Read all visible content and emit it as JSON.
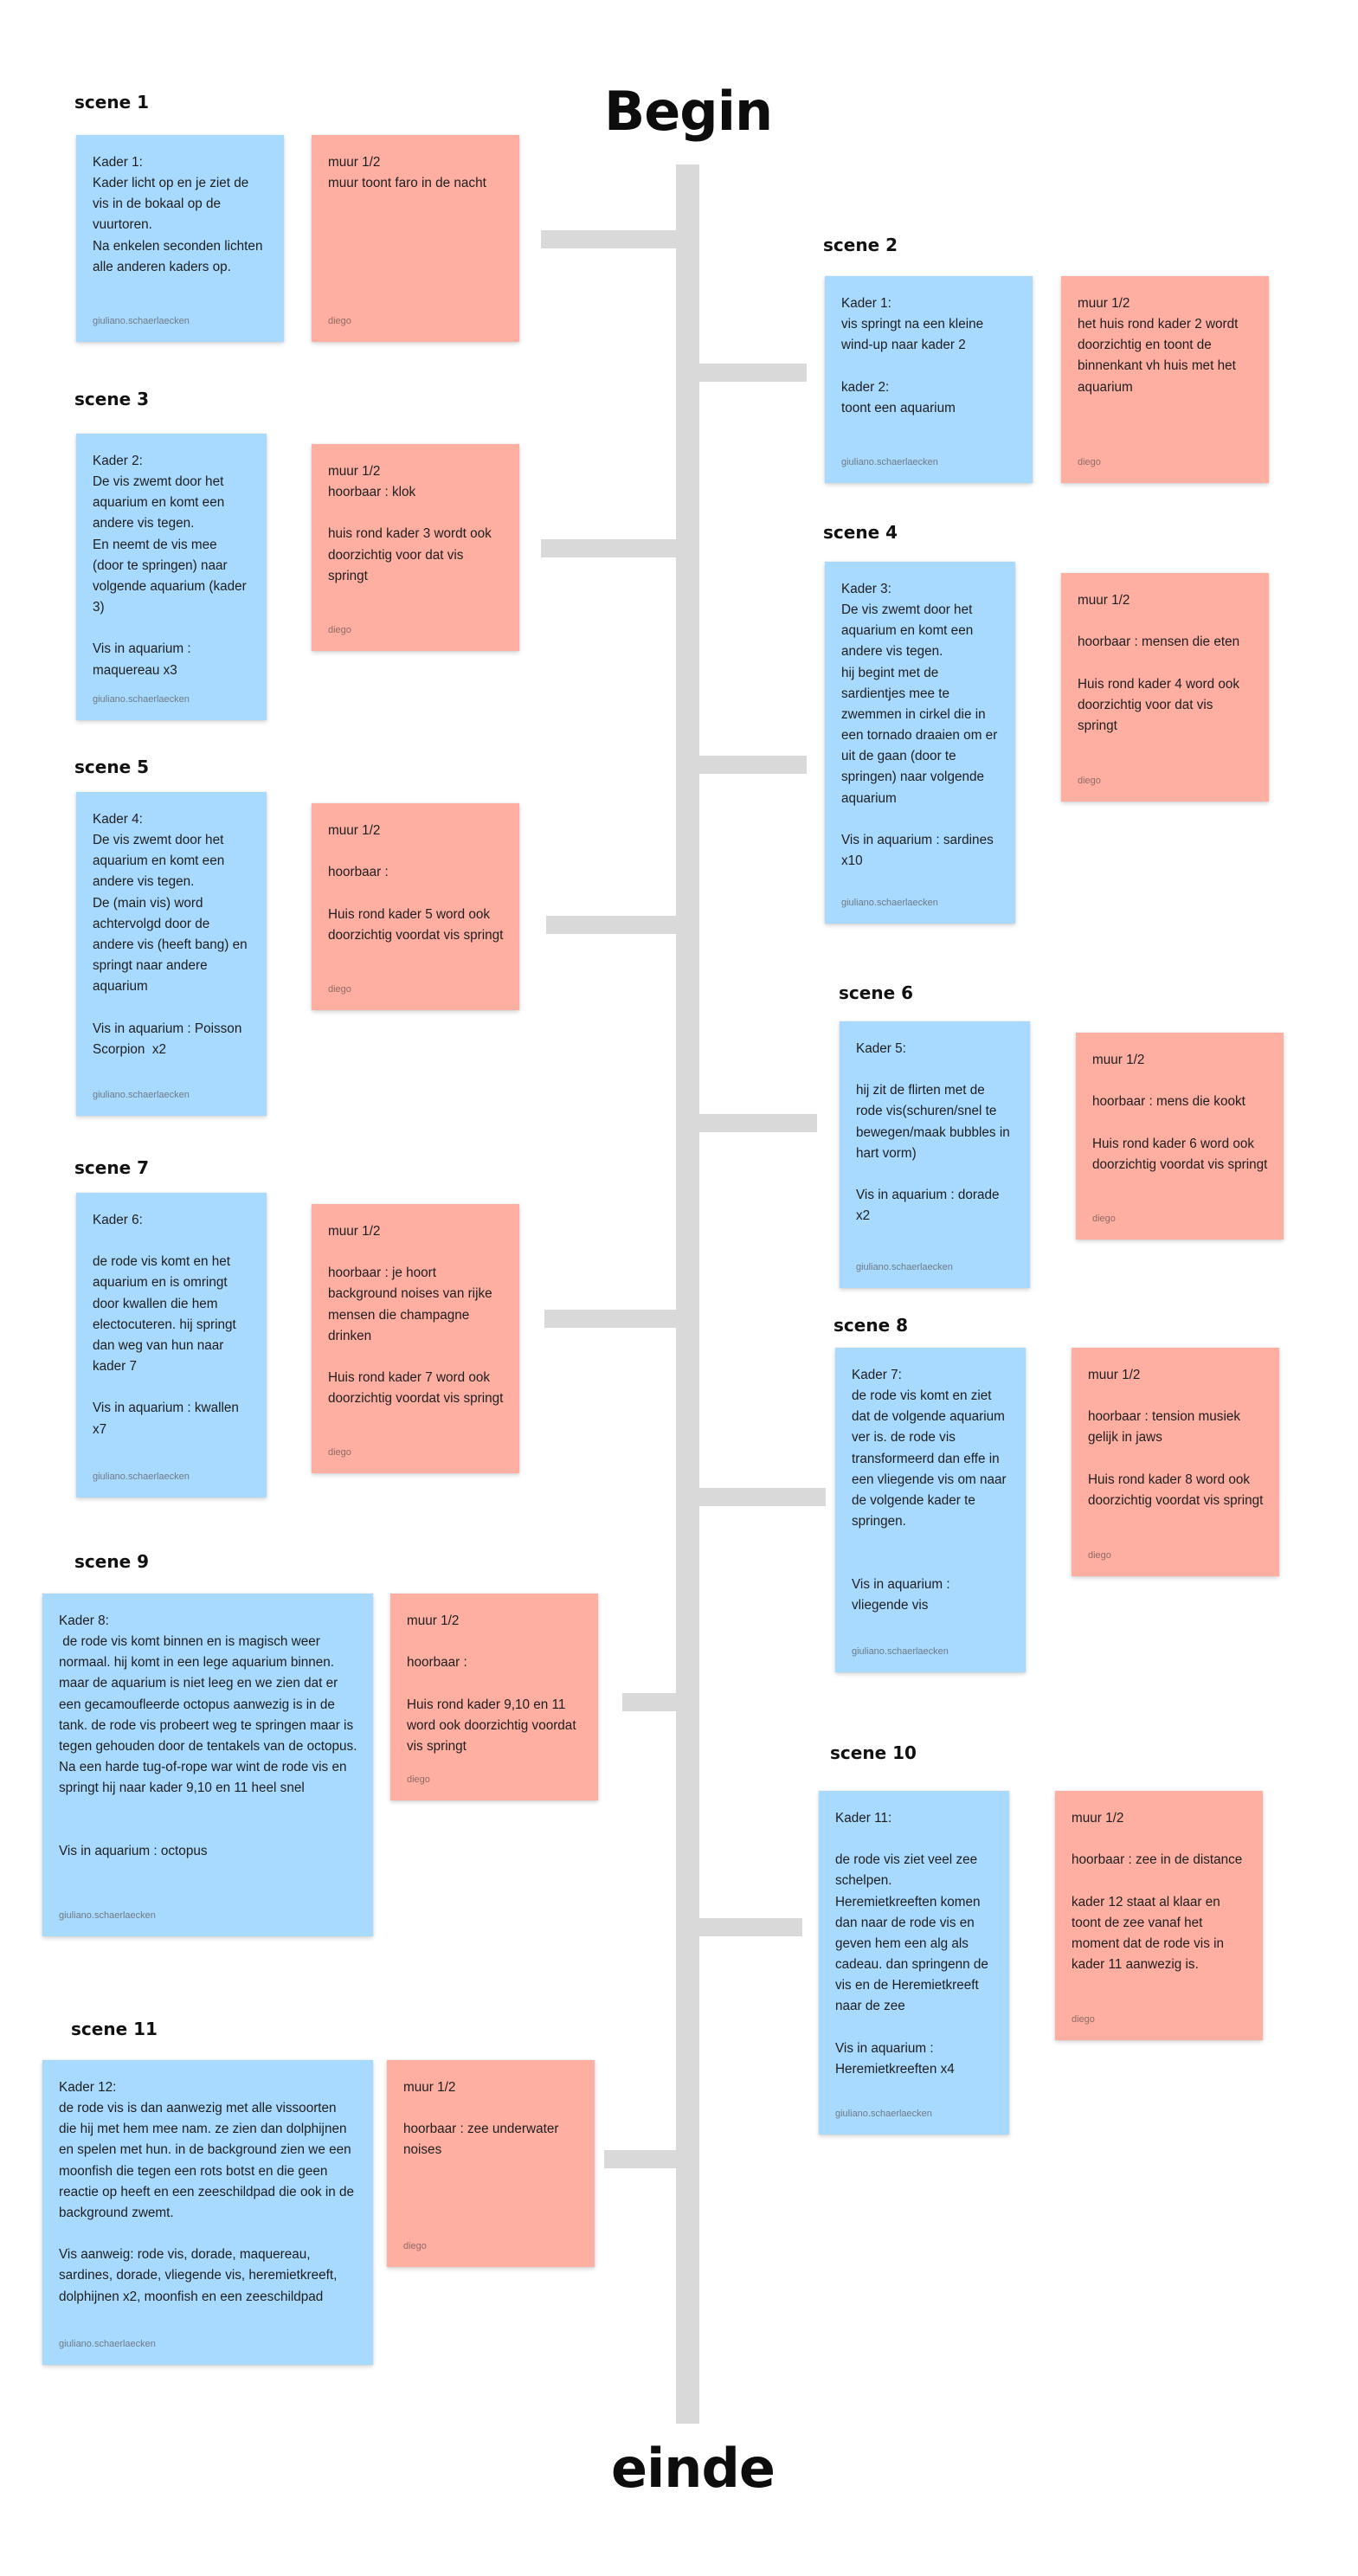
{
  "title_begin": "Begin",
  "title_end": "einde",
  "colors": {
    "blue_note": "#a8daff",
    "red_note": "#ffafa2",
    "timeline": "#d9d9d9"
  },
  "scenes": [
    {
      "label": "scene 1",
      "kader": {
        "text": "Kader 1:\nKader licht op en je ziet de vis in de bokaal op de vuurtoren.\nNa enkelen seconden lichten alle anderen kaders op.",
        "author": "giuliano.schaerlaecken"
      },
      "muur": {
        "text": "muur 1/2\nmuur toont faro in de nacht",
        "author": "diego"
      }
    },
    {
      "label": "scene 2",
      "kader": {
        "text": "Kader 1:\nvis springt na een kleine wind-up naar kader 2\n\nkader 2:\ntoont een aquarium",
        "author": "giuliano.schaerlaecken"
      },
      "muur": {
        "text": "muur 1/2\nhet huis rond kader 2 wordt doorzichtig en toont de binnenkant vh huis met het aquarium",
        "author": "diego"
      }
    },
    {
      "label": "scene 3",
      "kader": {
        "text": "Kader 2:\nDe vis zwemt door het aquarium en komt een andere vis tegen.\nEn neemt de vis mee (door te springen) naar volgende aquarium (kader 3)\n\nVis in aquarium : maquereau x3",
        "author": "giuliano.schaerlaecken"
      },
      "muur": {
        "text": "muur 1/2\nhoorbaar : klok\n\nhuis rond kader 3 wordt ook doorzichtig voor dat vis springt",
        "author": "diego"
      }
    },
    {
      "label": "scene 4",
      "kader": {
        "text": "Kader 3:\nDe vis zwemt door het aquarium en komt een andere vis tegen.\nhij begint met de sardientjes mee te zwemmen in cirkel die in een tornado draaien om er uit de gaan (door te springen) naar volgende aquarium\n\nVis in aquarium : sardines x10",
        "author": "giuliano.schaerlaecken"
      },
      "muur": {
        "text": "muur 1/2\n\nhoorbaar : mensen die eten\n\nHuis rond kader 4 word ook doorzichtig voor dat vis springt",
        "author": "diego"
      }
    },
    {
      "label": "scene 5",
      "kader": {
        "text": "Kader 4:\nDe vis zwemt door het aquarium en komt een andere vis tegen.\nDe (main vis) word achtervolgd door de andere vis (heeft bang) en springt naar andere aquarium\n\nVis in aquarium : Poisson Scorpion  x2",
        "author": "giuliano.schaerlaecken"
      },
      "muur": {
        "text": "muur 1/2\n\nhoorbaar :\n\nHuis rond kader 5 word ook doorzichtig voordat vis springt",
        "author": "diego"
      }
    },
    {
      "label": "scene 6",
      "kader": {
        "text": "Kader 5:\n\nhij zit de flirten met de rode vis(schuren/snel te bewegen/maak bubbles in hart vorm)\n\nVis in aquarium : dorade x2",
        "author": "giuliano.schaerlaecken"
      },
      "muur": {
        "text": "muur 1/2\n\nhoorbaar : mens die kookt\n\nHuis rond kader 6 word ook doorzichtig voordat vis springt",
        "author": "diego"
      }
    },
    {
      "label": "scene 7",
      "kader": {
        "text": "Kader 6:\n\nde rode vis komt en het aquarium en is omringt door kwallen die hem electocuteren. hij springt dan weg van hun naar kader 7\n\nVis in aquarium : kwallen x7",
        "author": "giuliano.schaerlaecken"
      },
      "muur": {
        "text": "muur 1/2\n\nhoorbaar : je hoort background noises van rijke mensen die champagne drinken\n\nHuis rond kader 7 word ook doorzichtig voordat vis springt",
        "author": "diego"
      }
    },
    {
      "label": "scene 8",
      "kader": {
        "text": "Kader 7:\nde rode vis komt en ziet dat de volgende aquarium ver is. de rode vis transformeerd dan effe in een vliegende vis om naar de volgende kader te springen.\n\n\nVis in aquarium : vliegende vis",
        "author": "giuliano.schaerlaecken"
      },
      "muur": {
        "text": "muur 1/2\n\nhoorbaar : tension musiek gelijk in jaws\n\nHuis rond kader 8 word ook doorzichtig voordat vis springt",
        "author": "diego"
      }
    },
    {
      "label": "scene 9",
      "kader": {
        "text": "Kader 8:\n de rode vis komt binnen en is magisch weer normaal. hij komt in een lege aquarium binnen. maar de aquarium is niet leeg en we zien dat er een gecamoufleerde octopus aanwezig is in de tank. de rode vis probeert weg te springen maar is tegen gehouden door de tentakels van de octopus. Na een harde tug-of-rope war wint de rode vis en springt hij naar kader 9,10 en 11 heel snel\n\n\nVis in aquarium : octopus",
        "author": "giuliano.schaerlaecken"
      },
      "muur": {
        "text": "muur 1/2\n\nhoorbaar :\n\nHuis rond kader 9,10 en 11 word ook doorzichtig voordat vis springt",
        "author": "diego"
      }
    },
    {
      "label": "scene 10",
      "kader": {
        "text": "Kader 11:\n\nde rode vis ziet veel zee schelpen. Heremietkreeften komen dan naar de rode vis en geven hem een alg als cadeau. dan springenn de vis en de Heremietkreeft naar de zee\n\nVis in aquarium : Heremietkreeften x4",
        "author": "giuliano.schaerlaecken"
      },
      "muur": {
        "text": "muur 1/2\n\nhoorbaar : zee in de distance\n\nkader 12 staat al klaar en toont de zee vanaf het moment dat de rode vis in kader 11 aanwezig is.",
        "author": "diego"
      }
    },
    {
      "label": "scene 11",
      "kader": {
        "text": "Kader 12:\nde rode vis is dan aanwezig met alle vissoorten die hij met hem mee nam. ze zien dan dolphijnen en spelen met hun. in de background zien we een moonfish die tegen een rots botst en die geen reactie op heeft en een zeeschildpad die ook in de background zwemt.\n\nVis aanweig: rode vis, dorade, maquereau, sardines, dorade, vliegende vis, heremietkreeft, dolphijnen x2, moonfish en een zeeschildpad",
        "author": "giuliano.schaerlaecken"
      },
      "muur": {
        "text": "muur 1/2\n\nhoorbaar : zee underwater noises",
        "author": "diego"
      }
    }
  ]
}
